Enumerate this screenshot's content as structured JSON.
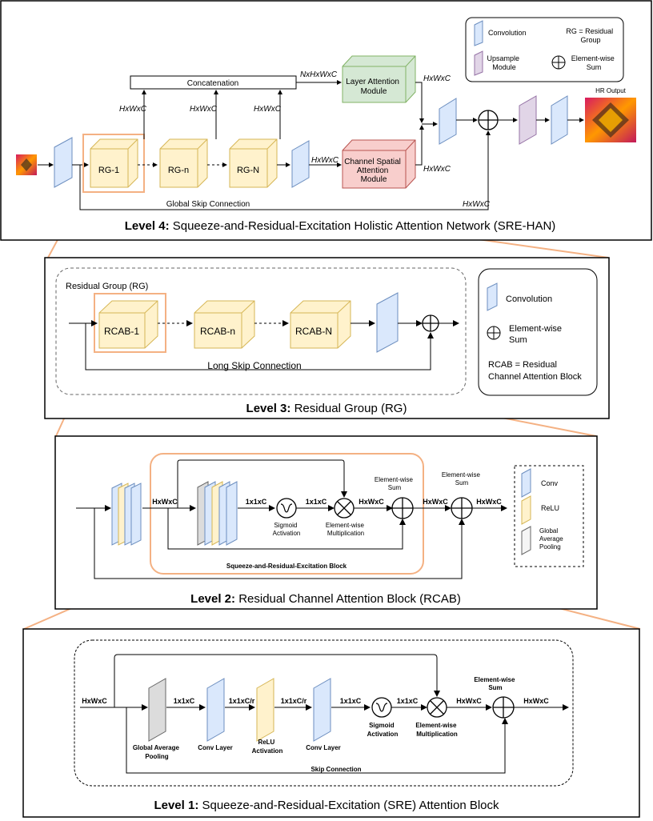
{
  "level4": {
    "caption_bold": "Level 4:",
    "caption_rest": " Squeeze-and-Residual-Excitation Holistic Attention Network (SRE-HAN)",
    "concatenation": "Concatenation",
    "rg1": "RG-1",
    "rgn": "RG-n",
    "rgN": "RG-N",
    "layer_attention": [
      "Layer Attention",
      "Module"
    ],
    "channel_spatial": [
      "Channel Spatial",
      "Attention",
      "Module"
    ],
    "dims_hwc": "HxWxC",
    "dims_nhwc": "NxHxWxC",
    "global_skip": "Global Skip Connection",
    "hr_output": "HR Output",
    "legend": {
      "convolution": "Convolution",
      "rg_def": [
        "RG = Residual",
        "Group"
      ],
      "upsample": [
        "Upsample",
        "Module"
      ],
      "elementwise": [
        "Element-wise",
        "Sum"
      ]
    }
  },
  "level3": {
    "caption_bold": "Level 3:",
    "caption_rest": " Residual Group (RG)",
    "group_title": "Residual Group (RG)",
    "rcab1": "RCAB-1",
    "rcabn": "RCAB-n",
    "rcabN": "RCAB-N",
    "long_skip": "Long Skip Connection",
    "legend": {
      "convolution": "Convolution",
      "elementwise": [
        "Element-wise",
        "Sum"
      ],
      "rcab_def": [
        "RCAB = Residual",
        "Channel Attention Block"
      ]
    }
  },
  "level2": {
    "caption_bold": "Level 2:",
    "caption_rest": " Residual Channel Attention Block (RCAB)",
    "hwc": "HxWxC",
    "c11": "1x1xC",
    "sigmoid": [
      "Sigmoid",
      "Activation"
    ],
    "mult": [
      "Element-wise",
      "Multiplication"
    ],
    "sum": [
      "Element-wise",
      "Sum"
    ],
    "sre_block": "Squeeze-and-Residual-Excitation Block",
    "legend": {
      "conv": "Conv",
      "relu": "ReLU",
      "gap": [
        "Global",
        "Average",
        "Pooling"
      ]
    }
  },
  "level1": {
    "caption_bold": "Level 1:",
    "caption_rest": " Squeeze-and-Residual-Excitation (SRE) Attention Block",
    "hwc": "HxWxC",
    "c11": "1x1xC",
    "c11r": "1x1xC/r",
    "gap": [
      "Global Average",
      "Pooling"
    ],
    "conv_layer": "Conv Layer",
    "relu": [
      "ReLU",
      "Activation"
    ],
    "sigmoid": [
      "Sigmoid",
      "Activation"
    ],
    "mult": [
      "Element-wise",
      "Multiplication"
    ],
    "sum": [
      "Element-wise",
      "Sum"
    ],
    "skip": "Skip Connection"
  },
  "colors": {
    "conv": "#dae8fc",
    "conv_stroke": "#6c8ebf",
    "rg": "#fff2cc",
    "rg_stroke": "#d6b656",
    "layer_attn": "#d5e8d4",
    "layer_attn_stroke": "#82b366",
    "cs_attn": "#f8cecc",
    "cs_attn_stroke": "#b85450",
    "upsample": "#e1d5e7",
    "upsample_stroke": "#9673a6",
    "gap": "#f5f5f5",
    "gap_stroke": "#666666",
    "zoom": "#f4b183"
  }
}
